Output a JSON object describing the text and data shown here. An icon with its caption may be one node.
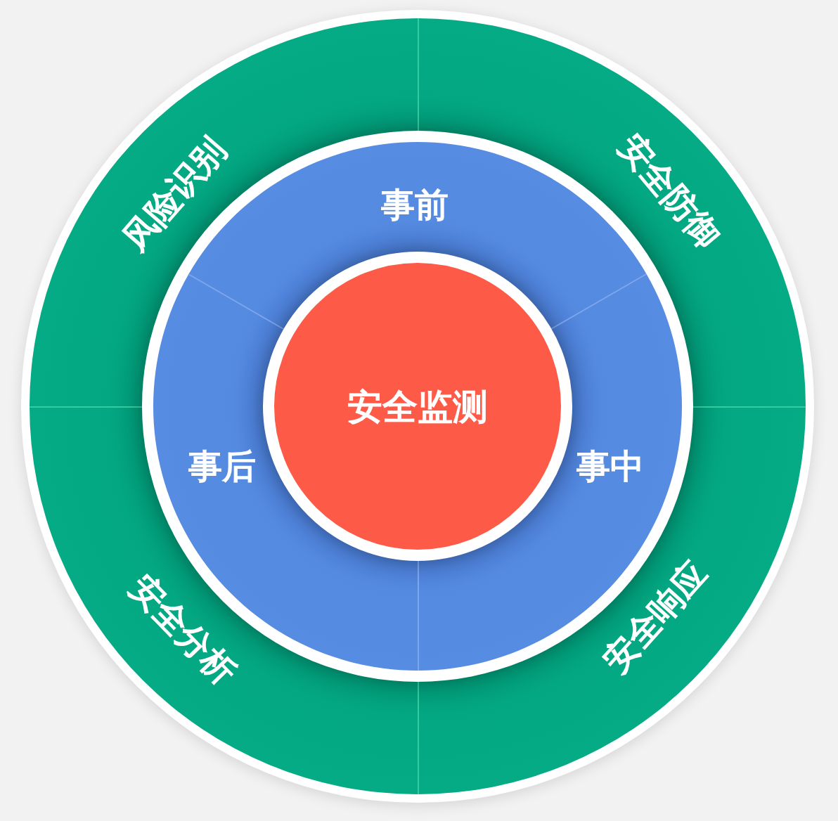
{
  "diagram": {
    "nodes": [
      {
        "text": [
          "风险识别"
        ]
      },
      {
        "text": [
          "安全防御"
        ]
      },
      {
        "text": [
          "安全响应"
        ]
      },
      {
        "text": [
          "安全分析"
        ]
      },
      {
        "text": [
          "事前"
        ]
      },
      {
        "text": [
          "事中"
        ]
      },
      {
        "text": [
          "事后"
        ]
      },
      {
        "text": [
          "安全监测"
        ]
      }
    ]
  }
}
